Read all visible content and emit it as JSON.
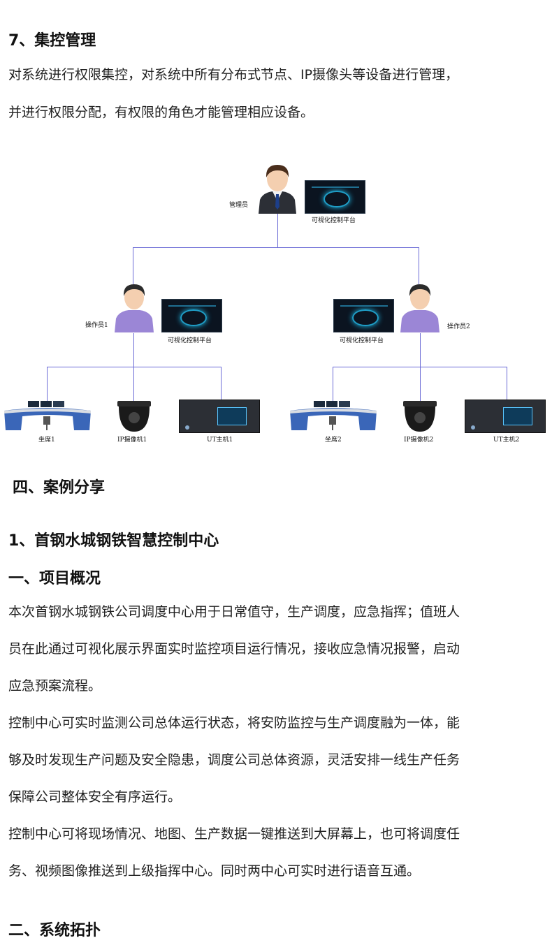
{
  "section7": {
    "title": "7、集控管理",
    "lines": [
      "对系统进行权限集控，对系统中所有分布式节点、IP摄像头等设备进行管理，",
      "并进行权限分配，有权限的角色才能管理相应设备。"
    ]
  },
  "diagram": {
    "admin_label": "管理员",
    "platform_label": "可视化控制平台",
    "op1_label": "操作员1",
    "op2_label": "操作员2",
    "seat1_label": "坐席1",
    "cam1_label": "IP摄像机1",
    "host1_label": "UT主机1",
    "seat2_label": "坐席2",
    "cam2_label": "IP摄像机2",
    "host2_label": "UT主机2"
  },
  "section4": {
    "title": "四、案例分享"
  },
  "case1": {
    "title": "1、首钢水城钢铁智慧控制中心",
    "sub1_title": "一、项目概况",
    "lines": [
      "本次首钢水城钢铁公司调度中心用于日常值守，生产调度，应急指挥；值班人",
      "员在此通过可视化展示界面实时监控项目运行情况，接收应急情况报警，启动",
      "应急预案流程。",
      "控制中心可实时监测公司总体运行状态，将安防监控与生产调度融为一体，能",
      "够及时发现生产问题及安全隐患，调度公司总体资源，灵活安排一线生产任务",
      "保障公司整体安全有序运行。",
      "控制中心可将现场情况、地图、生产数据一键推送到大屏幕上，也可将调度任",
      "务、视频图像推送到上级指挥中心。同时两中心可实时进行语音互通。"
    ],
    "sub2_title": "二、系统拓扑"
  }
}
